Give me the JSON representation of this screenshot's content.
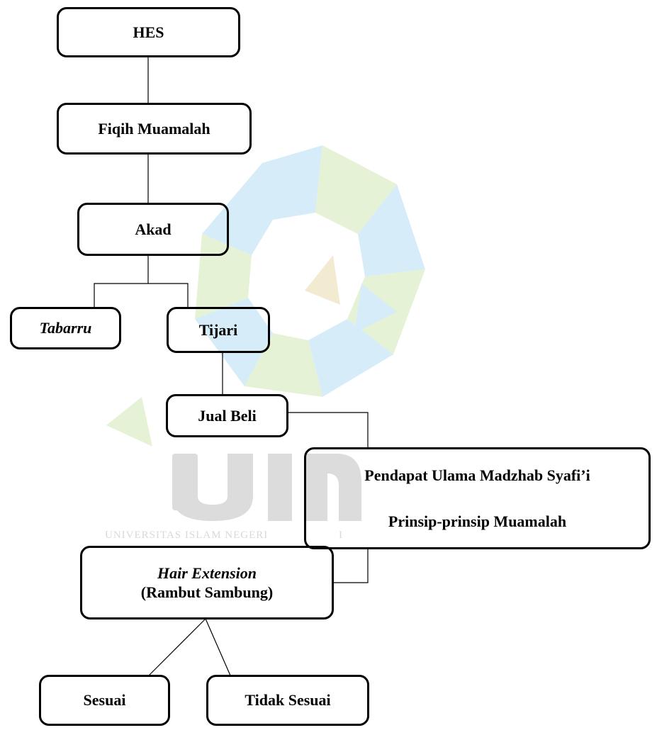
{
  "watermark": {
    "logo_text": "uin",
    "subtitle": "UNIVERSITAS ISLAM NEGERI",
    "subtitle_tail": "I"
  },
  "nodes": {
    "hes": "HES",
    "fiqih": "Fiqih Muamalah",
    "akad": "Akad",
    "tabarru": "Tabarru",
    "tijari": "Tijari",
    "jual_beli": "Jual Beli",
    "pendapat_line1": "Pendapat Ulama Madzhab Syafi’i",
    "pendapat_line2": "Prinsip-prinsip Muamalah",
    "hair_line1": "Hair Extension",
    "hair_line2": "(Rambut Sambung)",
    "sesuai": "Sesuai",
    "tidak_sesuai": "Tidak Sesuai"
  },
  "colors": {
    "watermark_blue": "#d6ecf8",
    "watermark_green": "#e6f2d6",
    "watermark_gray": "#dcdcdc",
    "line": "#000000"
  }
}
